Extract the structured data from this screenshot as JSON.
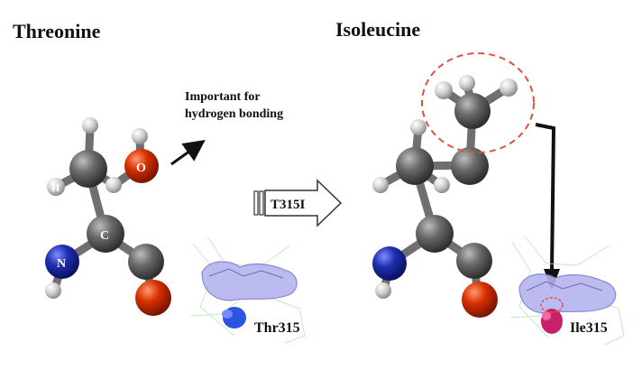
{
  "left_title": "Threonine",
  "right_title": "Isoleucine",
  "annotation_line1": "Important for",
  "annotation_line2": "hydrogen bonding",
  "mutation_label": "T315I",
  "atom_labels": {
    "oxygen": "O",
    "carbon": "C",
    "nitrogen": "N",
    "hydrogen": "H"
  },
  "left_residue_label": "Thr315",
  "right_residue_label": "Ile315",
  "colors": {
    "carbon": "#5a5a5a",
    "hydrogen": "#d8d8d8",
    "oxygen": "#d02800",
    "nitrogen": "#1a2a9a",
    "highlight_circle": "#e05040",
    "surface": "#a9a9e6",
    "thr_highlight": "#2a55e0",
    "ile_highlight": "#c8206a"
  }
}
